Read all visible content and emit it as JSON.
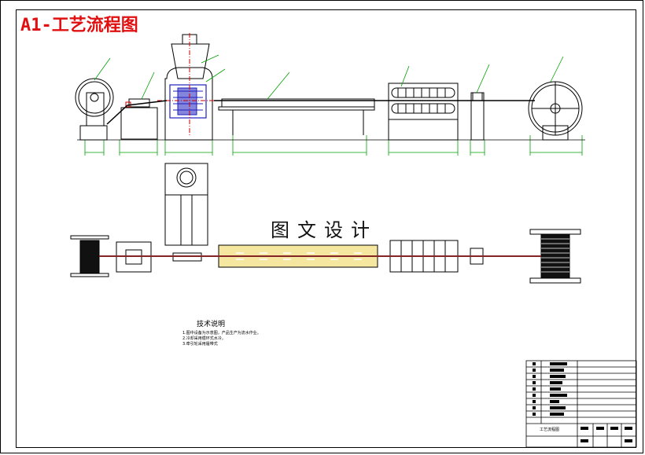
{
  "drawing": {
    "title": "A1-工艺流程图",
    "watermark": "图文设计",
    "title_color": "#e01010"
  },
  "notes": {
    "heading": "技术说明",
    "lines": [
      "1.图中设备为示意图，产品生产为流水作业。",
      "2.冷却采用循环式水冷。",
      "3.牵引轮采用履带式"
    ]
  },
  "title_block": {
    "drawing_name": "工艺流程图"
  },
  "colors": {
    "dimension_green": "#00a000",
    "leader_green": "#00a000",
    "extruder_blue": "#2020c0",
    "centerline_red": "#d00000",
    "cooling_fill": "#f5e6a0",
    "cable_red": "#b03030"
  }
}
